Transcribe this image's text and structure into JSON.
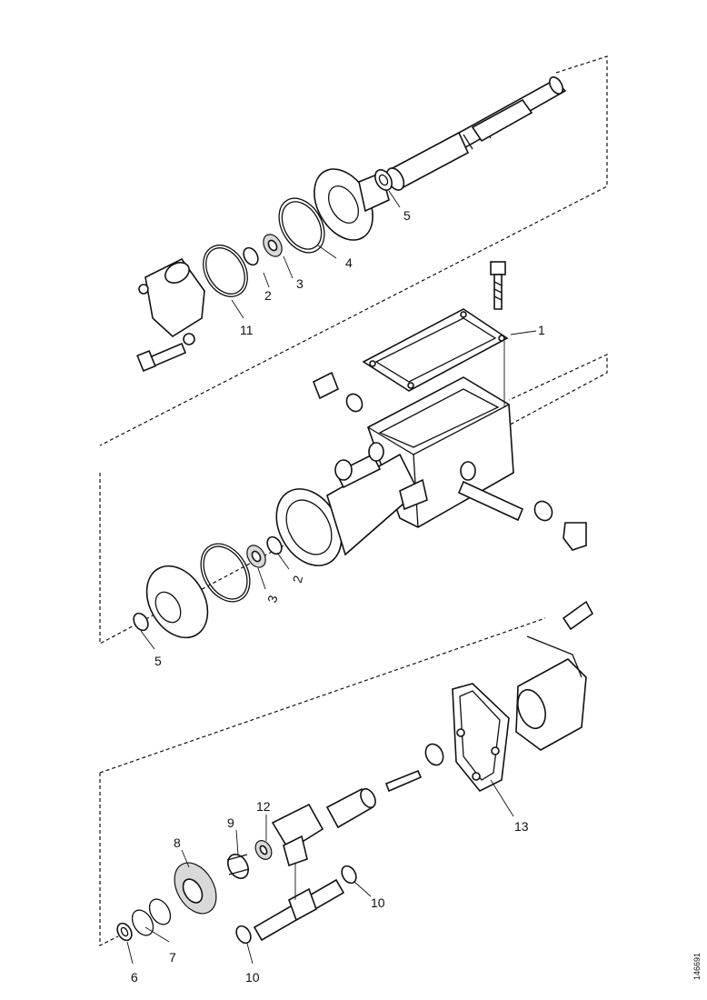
{
  "callouts": {
    "c1": "1",
    "c2a": "2",
    "c2b": "2",
    "c3a": "3",
    "c3b": "3",
    "c4": "4",
    "c5a": "5",
    "c5b": "5",
    "c6": "6",
    "c7": "7",
    "c8": "8",
    "c9": "9",
    "c10a": "10",
    "c10b": "10",
    "c11": "11",
    "c12": "12",
    "c13": "13"
  },
  "document_id": "146691"
}
